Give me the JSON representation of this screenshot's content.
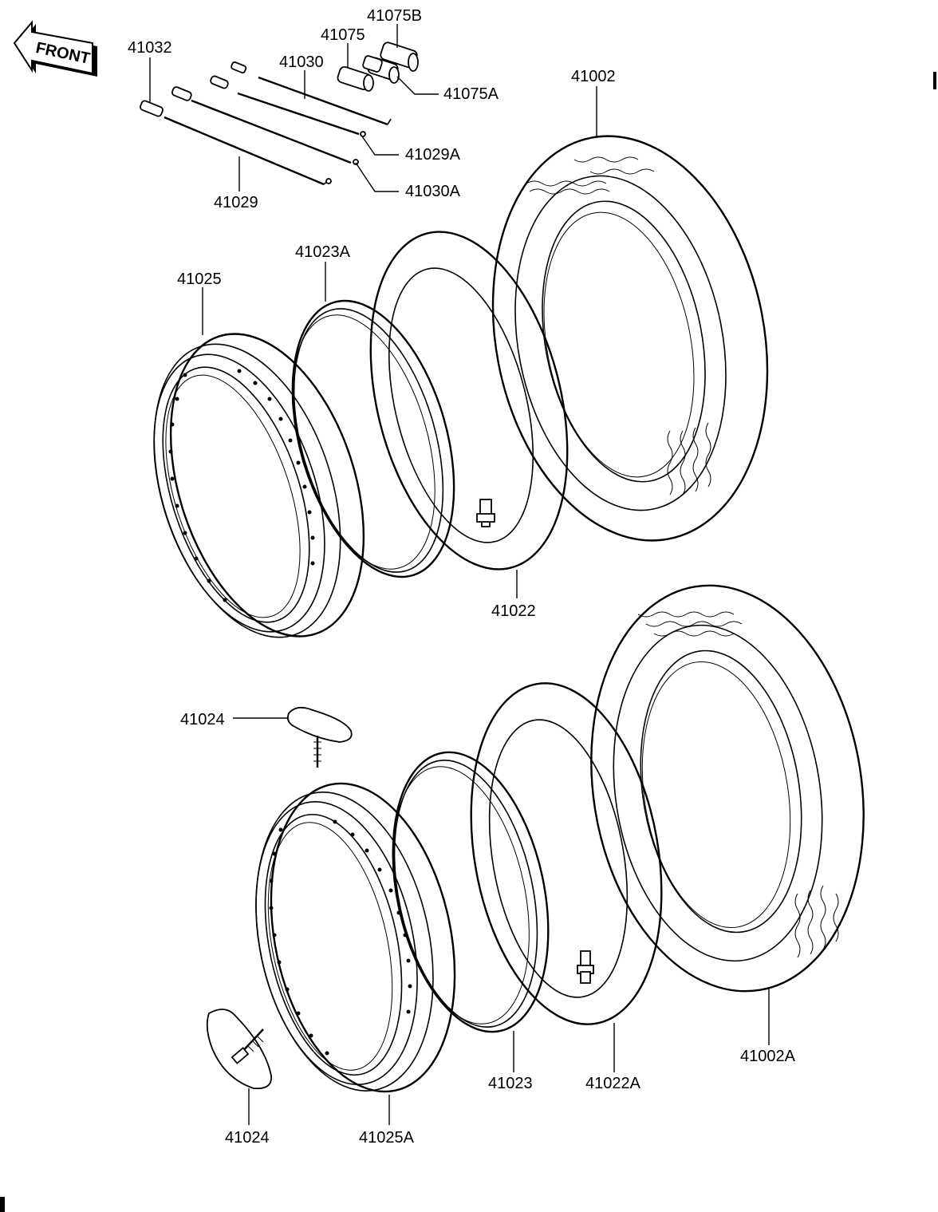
{
  "front_arrow": {
    "label": "FRONT"
  },
  "labels": {
    "l41032": "41032",
    "l41075": "41075",
    "l41075B": "41075B",
    "l41075A": "41075A",
    "l41030": "41030",
    "l41029A": "41029A",
    "l41030A": "41030A",
    "l41029": "41029",
    "l41002": "41002",
    "l41025": "41025",
    "l41023A": "41023A",
    "l41022": "41022",
    "l41024_top": "41024",
    "l41024_bottom": "41024",
    "l41025A": "41025A",
    "l41023": "41023",
    "l41022A": "41022A",
    "l41002A": "41002A"
  }
}
